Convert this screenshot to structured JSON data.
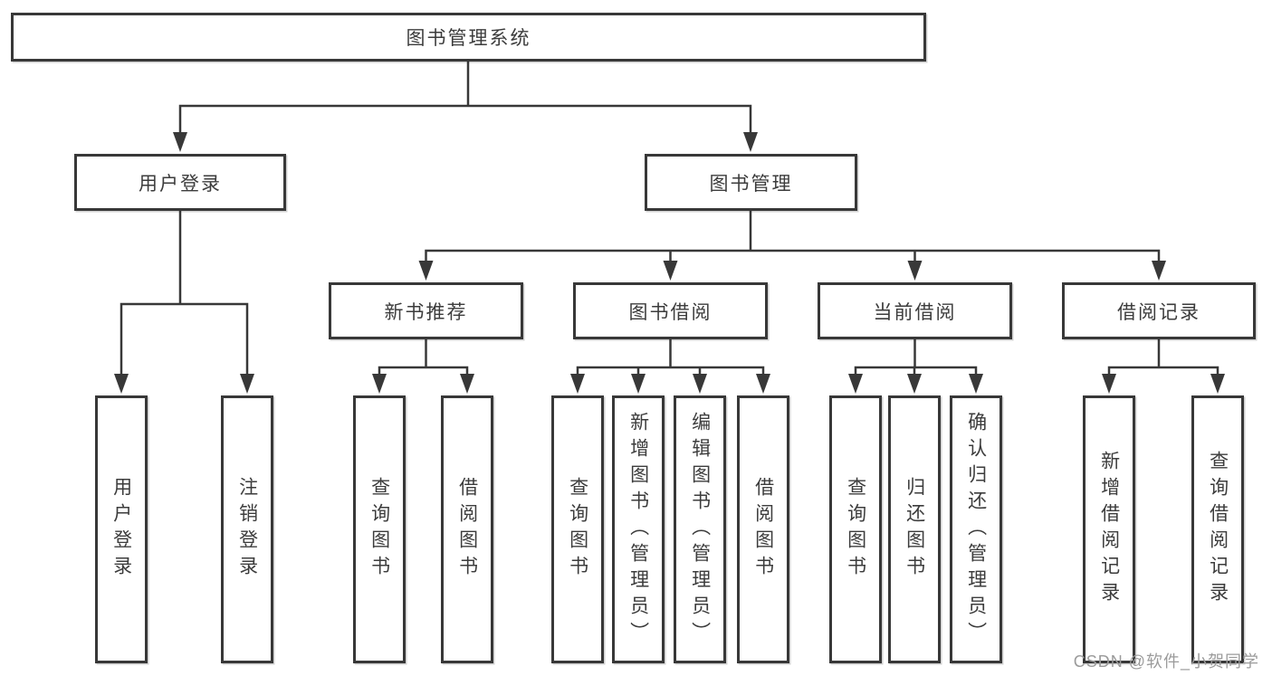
{
  "tree": {
    "root": {
      "label": "图书管理系统"
    },
    "branches": [
      {
        "label": "用户登录",
        "children": [
          {
            "label": "用户登录"
          },
          {
            "label": "注销登录"
          }
        ]
      },
      {
        "label": "图书管理",
        "children": [
          {
            "label": "新书推荐",
            "children": [
              {
                "label": "查询图书"
              },
              {
                "label": "借阅图书"
              }
            ]
          },
          {
            "label": "图书借阅",
            "children": [
              {
                "label": "查询图书"
              },
              {
                "label": "新增图书（管理员）"
              },
              {
                "label": "编辑图书（管理员）"
              },
              {
                "label": "借阅图书"
              }
            ]
          },
          {
            "label": "当前借阅",
            "children": [
              {
                "label": "查询图书"
              },
              {
                "label": "归还图书"
              },
              {
                "label": "确认归还（管理员）"
              }
            ]
          },
          {
            "label": "借阅记录",
            "children": [
              {
                "label": "新增借阅记录"
              },
              {
                "label": "查询借阅记录"
              }
            ]
          }
        ]
      }
    ]
  },
  "watermark": {
    "text": "CSDN @软件_小贺同学"
  },
  "colors": {
    "line": "#383838",
    "text": "#3c3c3c",
    "background": "#ffffff",
    "watermark": "#9b9b9b"
  }
}
